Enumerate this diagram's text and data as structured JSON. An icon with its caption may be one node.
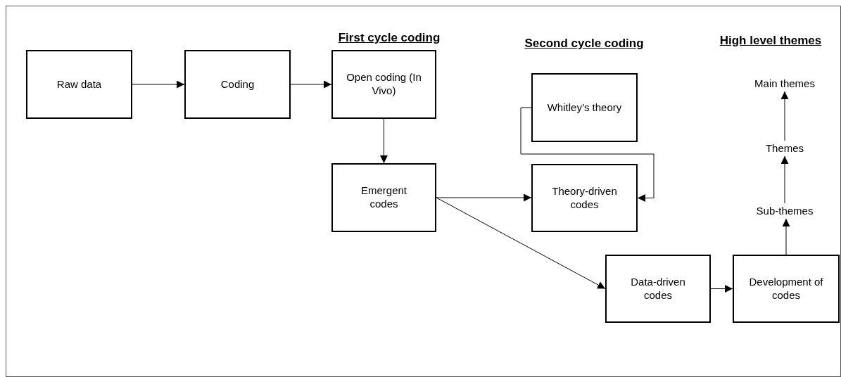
{
  "diagram": {
    "nodes": [
      {
        "text": [
          "Raw data"
        ]
      },
      {
        "text": [
          "Coding"
        ]
      },
      {
        "text": [
          "Open coding (In Vivo)"
        ]
      },
      {
        "text": [
          "Emergent codes"
        ]
      },
      {
        "text": [
          "Whitley’s theory"
        ]
      },
      {
        "text": [
          "Theory-driven codes"
        ]
      },
      {
        "text": [
          "Data-driven codes"
        ]
      },
      {
        "text": [
          "Development of codes"
        ]
      },
      {
        "text": [
          "Main themes"
        ]
      },
      {
        "text": [
          "Themes"
        ]
      },
      {
        "text": [
          "Sub-themes"
        ]
      }
    ],
    "edges": [
      {
        "from": 0,
        "to": 1,
        "arrow": "to"
      },
      {
        "from": 1,
        "to": 2,
        "arrow": "to"
      },
      {
        "from": 2,
        "to": 3,
        "arrow": "to"
      },
      {
        "from": 3,
        "to": 5,
        "arrow": "to"
      },
      {
        "from": 4,
        "to": 5,
        "arrow": "to"
      },
      {
        "from": 3,
        "to": 6,
        "arrow": "to"
      },
      {
        "from": 6,
        "to": 7,
        "arrow": "to"
      },
      {
        "from": 7,
        "to": 10,
        "arrow": "to"
      },
      {
        "from": 10,
        "to": 9,
        "arrow": "to"
      },
      {
        "from": 9,
        "to": 8,
        "arrow": "to"
      }
    ],
    "labels": [
      "First cycle coding",
      "Second cycle coding",
      "High level themes"
    ]
  }
}
